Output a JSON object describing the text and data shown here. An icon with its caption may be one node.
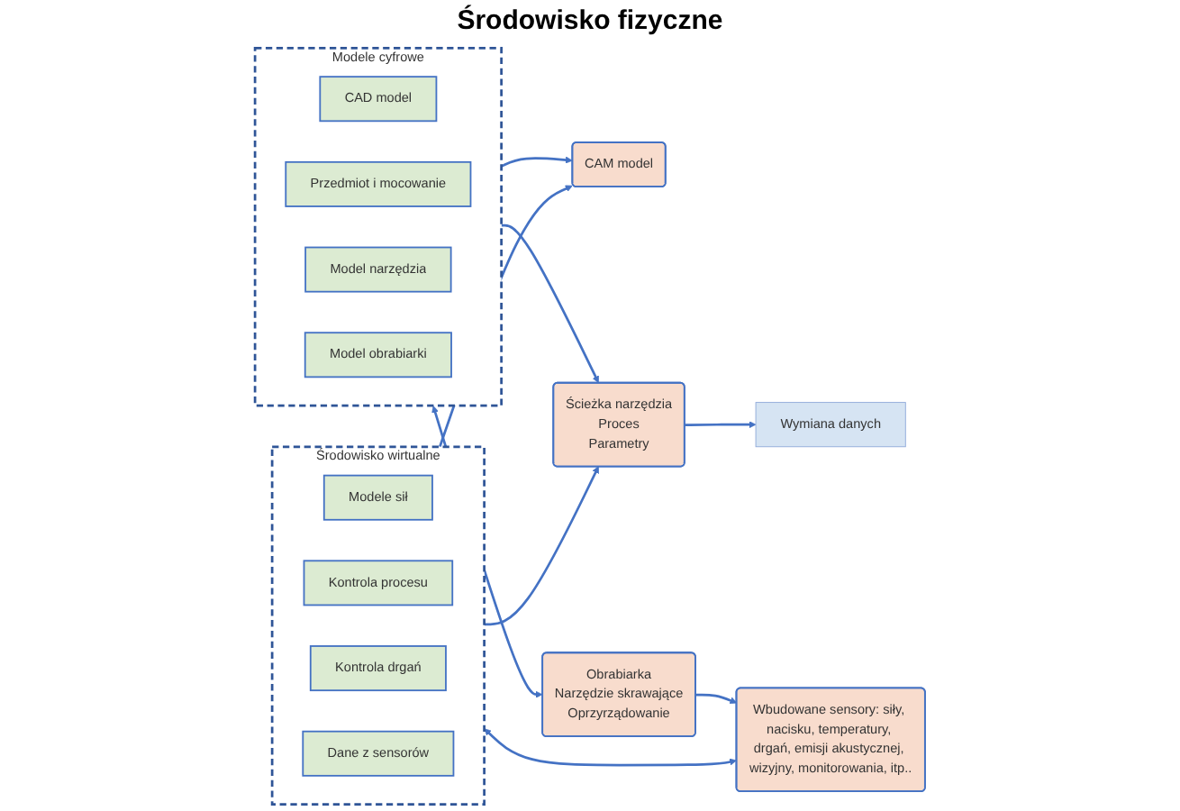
{
  "diagram": {
    "nodes": [
      {
        "text": [
          "Modele cyfrowe"
        ]
      },
      {
        "text": [
          "CAD model"
        ],
        "in": 0
      },
      {
        "text": [
          "Przedmiot i mocowanie"
        ],
        "in": 0
      },
      {
        "text": [
          "Model narzędzia"
        ],
        "in": 0
      },
      {
        "text": [
          "Model obrabiarki"
        ],
        "in": 0
      },
      {
        "text": [
          "CAM model"
        ]
      },
      {
        "text": [
          "Ścieżka narzędzia",
          "Proces",
          "Parametry"
        ]
      },
      {
        "text": [
          "Środowisko wirtualne"
        ]
      },
      {
        "text": [
          "Modele sił"
        ],
        "in": 7
      },
      {
        "text": [
          "Kontrola procesu"
        ],
        "in": 7
      },
      {
        "text": [
          "Kontrola drgań"
        ],
        "in": 7
      },
      {
        "text": [
          "Dane z sensorów"
        ],
        "in": 7
      },
      {
        "text": [
          "Wymiana danych"
        ]
      },
      {
        "text": [
          "Obrabiarka",
          "Narzędzie skrawające",
          "Oprzyrządowanie"
        ]
      },
      {
        "text": [
          "Wbudowane sensory: siły, nacisku, temperatury, drgań, emisji akustycznej, wizyjny, monitorowania, itp.."
        ]
      }
    ],
    "edges": [
      {
        "from": 0,
        "to": 5,
        "arrow": "to"
      },
      {
        "from": 0,
        "to": 6,
        "arrow": "to"
      },
      {
        "from": 7,
        "to": 5,
        "arrow": "to"
      },
      {
        "from": 7,
        "to": 6,
        "arrow": "to"
      },
      {
        "from": 6,
        "to": 12,
        "arrow": "to"
      },
      {
        "from": 0,
        "to": 13,
        "arrow": "both"
      },
      {
        "from": 7,
        "to": 14,
        "arrow": "both"
      },
      {
        "from": 13,
        "to": 14,
        "arrow": "to"
      }
    ],
    "labels": [
      "Środowisko fizyczne"
    ]
  }
}
